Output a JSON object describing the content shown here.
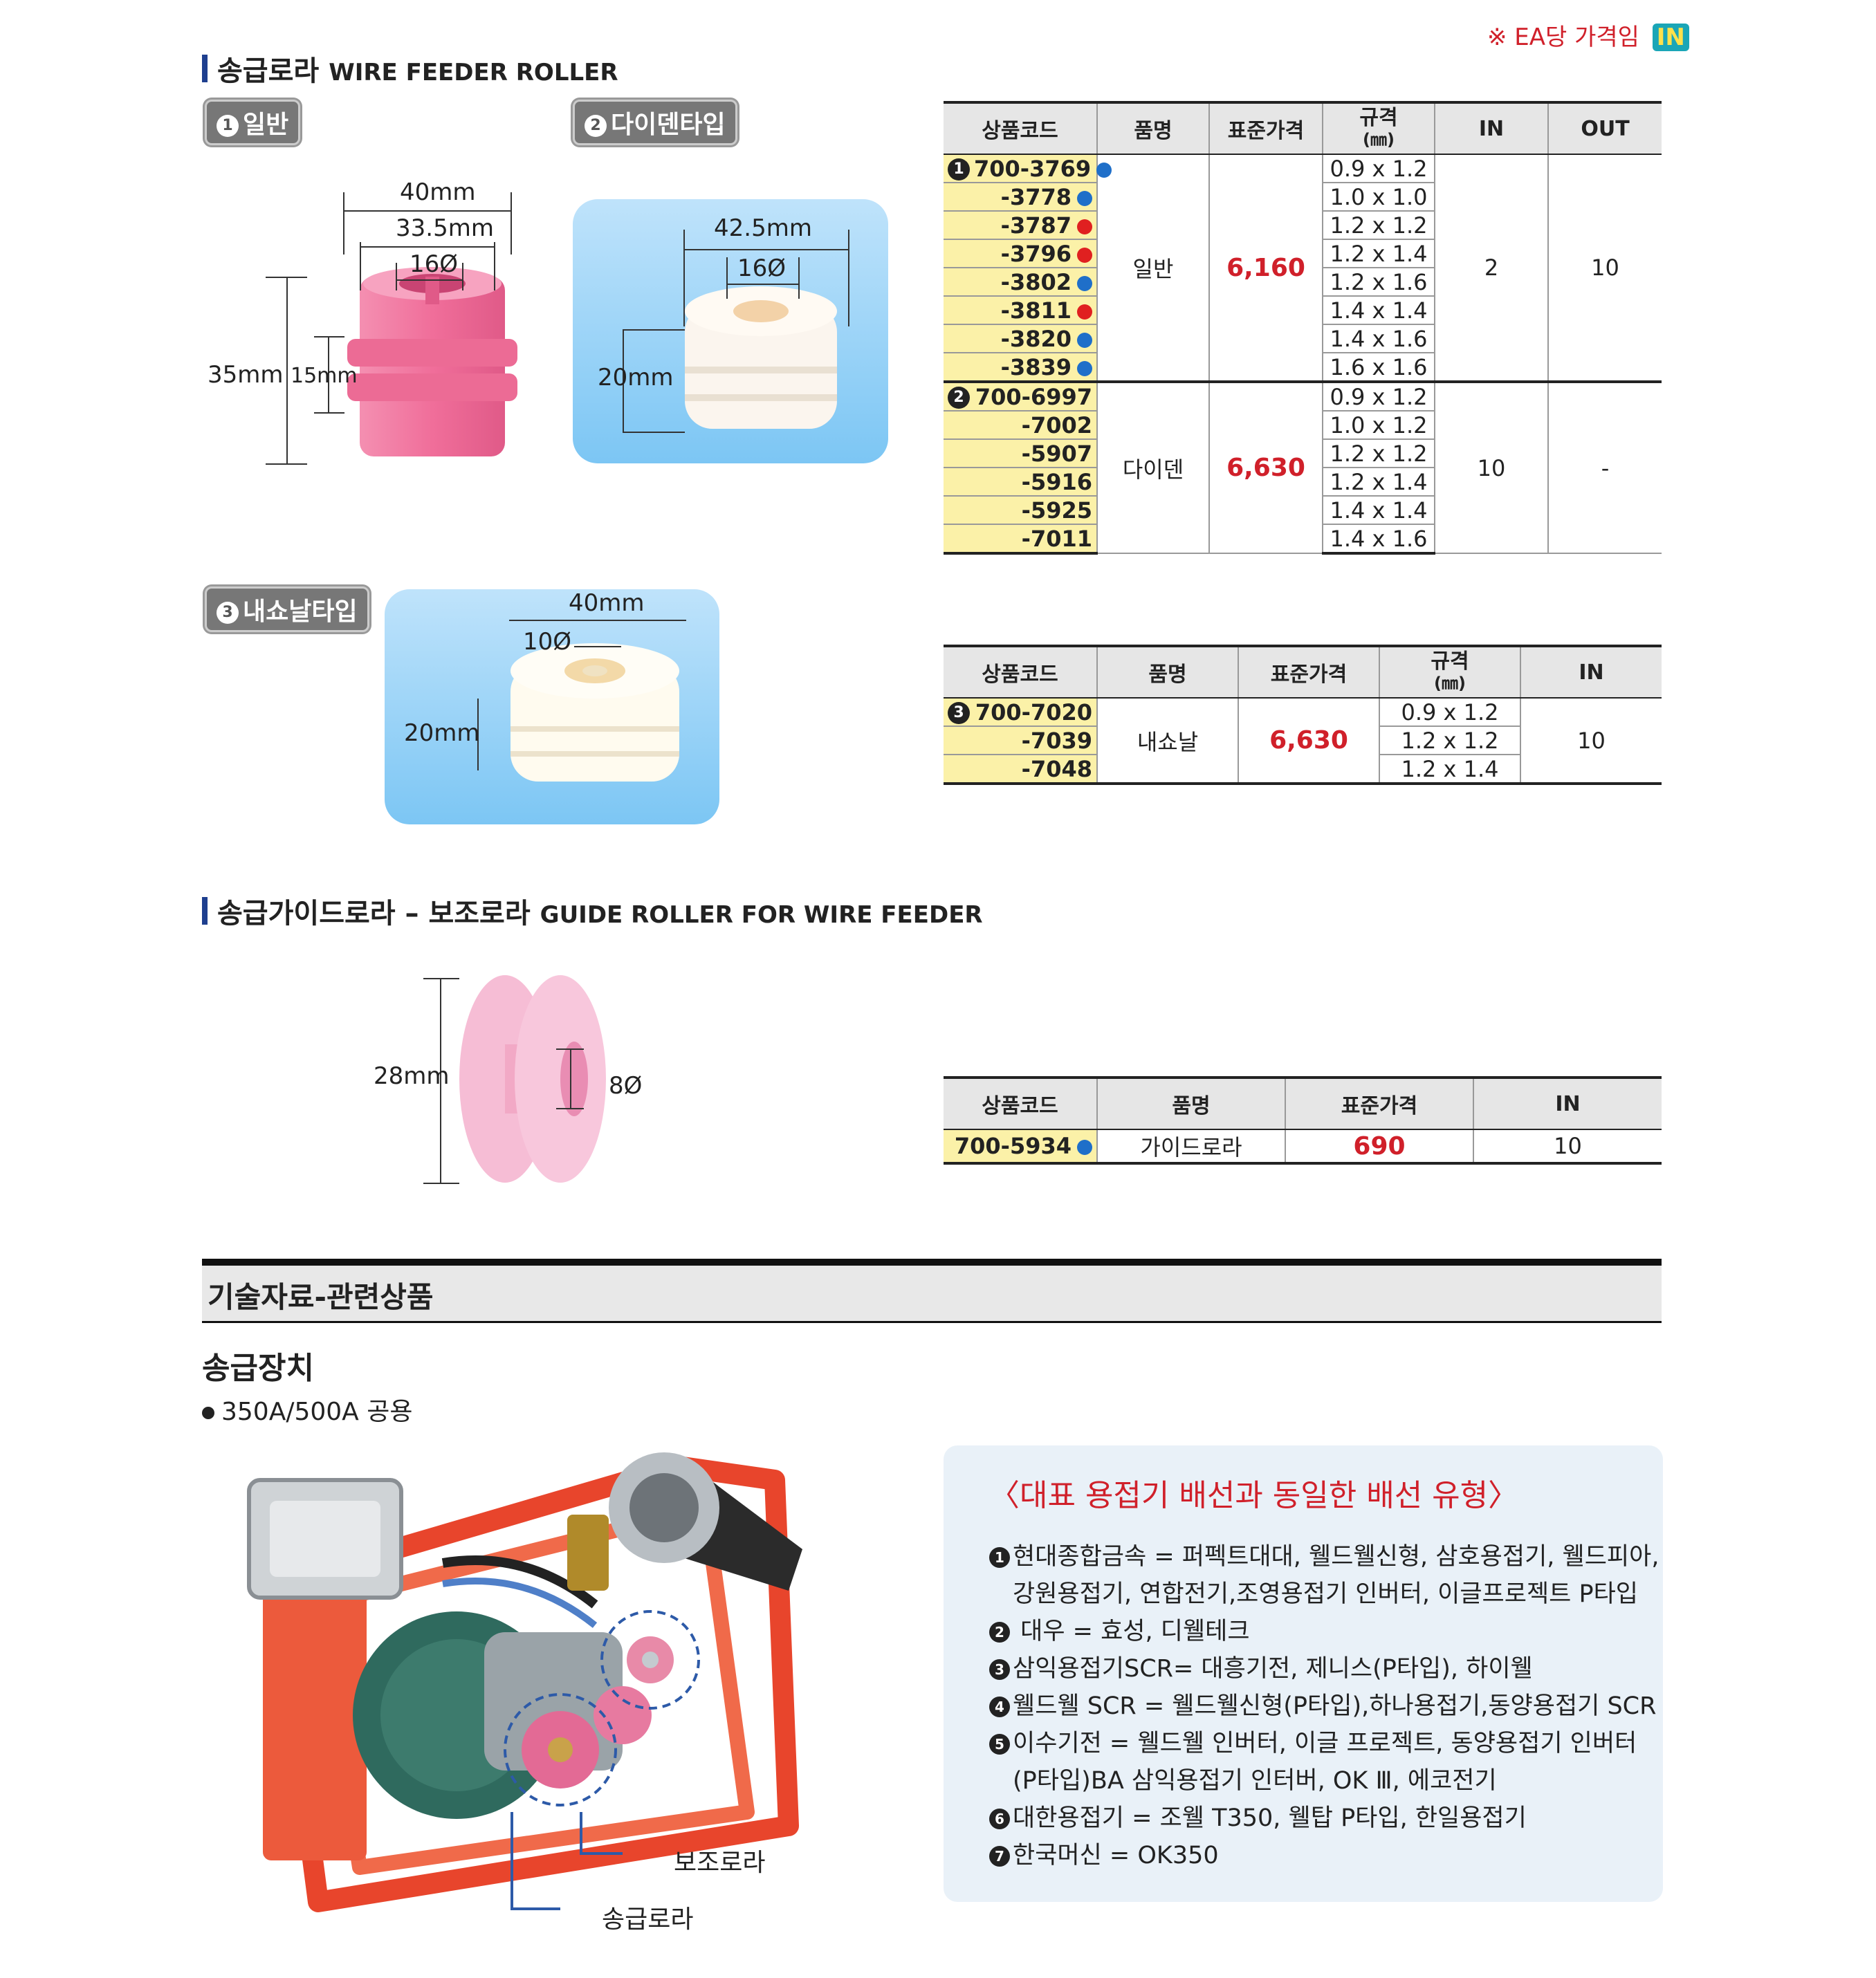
{
  "price_note": "※ EA당 가격임",
  "in_badge": "IN",
  "section1": {
    "title_ko": "송급로라",
    "title_en": "WIRE FEEDER ROLLER"
  },
  "types": [
    {
      "num": "1",
      "label": "일반"
    },
    {
      "num": "2",
      "label": "다이덴타입"
    },
    {
      "num": "3",
      "label": "내쇼날타입"
    }
  ],
  "dims": {
    "general": {
      "outer": "40mm",
      "mid": "33.5mm",
      "bore": "16Ø",
      "height": "35mm",
      "groove": "15mm"
    },
    "daiden": {
      "outer": "42.5mm",
      "bore": "16Ø",
      "height": "20mm"
    },
    "national": {
      "outer": "40mm",
      "bore": "10Ø",
      "height": "20mm"
    },
    "guide": {
      "height": "28mm",
      "bore": "8Ø"
    }
  },
  "table1": {
    "headers": [
      "상품코드",
      "품명",
      "표준가격",
      "규격",
      "(㎜)",
      "IN",
      "OUT"
    ],
    "group1": {
      "num": "1",
      "name": "일반",
      "price": "6,160",
      "in": "2",
      "out": "10",
      "rows": [
        {
          "code": "700-3769",
          "dot": "blue",
          "spec": "0.9 x 1.2"
        },
        {
          "code": "-3778",
          "dot": "blue",
          "spec": "1.0 x 1.0"
        },
        {
          "code": "-3787",
          "dot": "red",
          "spec": "1.2 x 1.2"
        },
        {
          "code": "-3796",
          "dot": "red",
          "spec": "1.2 x 1.4"
        },
        {
          "code": "-3802",
          "dot": "blue",
          "spec": "1.2 x 1.6"
        },
        {
          "code": "-3811",
          "dot": "red",
          "spec": "1.4 x 1.4"
        },
        {
          "code": "-3820",
          "dot": "blue",
          "spec": "1.4 x 1.6"
        },
        {
          "code": "-3839",
          "dot": "blue",
          "spec": "1.6 x 1.6"
        }
      ]
    },
    "group2": {
      "num": "2",
      "name": "다이덴",
      "price": "6,630",
      "in": "10",
      "out": "-",
      "rows": [
        {
          "code": "700-6997",
          "spec": "0.9 x 1.2"
        },
        {
          "code": "-7002",
          "spec": "1.0 x 1.2"
        },
        {
          "code": "-5907",
          "spec": "1.2 x 1.2"
        },
        {
          "code": "-5916",
          "spec": "1.2 x 1.4"
        },
        {
          "code": "-5925",
          "spec": "1.4 x 1.4"
        },
        {
          "code": "-7011",
          "spec": "1.4 x 1.6"
        }
      ]
    }
  },
  "table2": {
    "headers": [
      "상품코드",
      "품명",
      "표준가격",
      "규격",
      "(㎜)",
      "IN"
    ],
    "num": "3",
    "name": "내쇼날",
    "price": "6,630",
    "in": "10",
    "rows": [
      {
        "code": "700-7020",
        "spec": "0.9 x 1.2"
      },
      {
        "code": "-7039",
        "spec": "1.2 x 1.2"
      },
      {
        "code": "-7048",
        "spec": "1.2 x 1.4"
      }
    ]
  },
  "section2": {
    "title_ko": "송급가이드로라 – 보조로라",
    "title_en": "GUIDE ROLLER FOR WIRE FEEDER"
  },
  "table3": {
    "headers": [
      "상품코드",
      "품명",
      "표준가격",
      "IN"
    ],
    "row": {
      "code": "700-5934",
      "dot": "blue",
      "name": "가이드로라",
      "price": "690",
      "in": "10"
    }
  },
  "section3": {
    "title": "기술자료-관련상품"
  },
  "feeder": {
    "title": "송급장치",
    "bullet": "350A/500A 공용",
    "label_aux": "보조로라",
    "label_feed": "송급로라"
  },
  "ref": {
    "title": "〈대표 용접기 배선과 동일한 배선 유형〉",
    "items": [
      {
        "num": "1",
        "text": "현대종합금속 = 퍼펙트대대, 웰드웰신형, 삼호용접기, 웰드피아,"
      },
      {
        "num": "",
        "text": "강원용접기, 연합전기,조영용접기 인버터, 이글프로젝트 P타입"
      },
      {
        "num": "2",
        "text": " 대우 = 효성, 디웰테크"
      },
      {
        "num": "3",
        "text": "삼익용접기SCR= 대흥기전, 제니스(P타입), 하이웰"
      },
      {
        "num": "4",
        "text": "웰드웰 SCR = 웰드웰신형(P타입),하나용접기,동양용접기 SCR"
      },
      {
        "num": "5",
        "text": "이수기전 = 웰드웰 인버터, 이글 프로젝트, 동양용접기 인버터"
      },
      {
        "num": "",
        "text": "(P타입)BA 삼익용접기 인터버, OK Ⅲ, 에코전기"
      },
      {
        "num": "6",
        "text": "대한용접기 = 조웰 T350, 웰탑 P타입, 한일용접기"
      },
      {
        "num": "7",
        "text": "한국머신 = OK350"
      }
    ]
  },
  "colors": {
    "accent": "#1e3f8f",
    "price": "#d0202a",
    "code_bg": "#fbf1a8",
    "pink": "#ee7fa3",
    "sky": "#7cc6f4",
    "frame": "#e8452c"
  }
}
